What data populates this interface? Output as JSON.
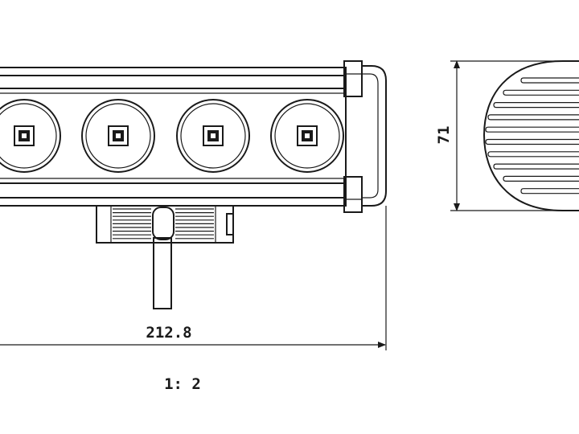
{
  "dimensions": {
    "length": "212.8",
    "height": "71"
  },
  "scale": "1: 2",
  "led_count_visible": 4,
  "fin_count_side": 10,
  "colors": {
    "line": "#1a1a1a",
    "background": "#ffffff"
  }
}
